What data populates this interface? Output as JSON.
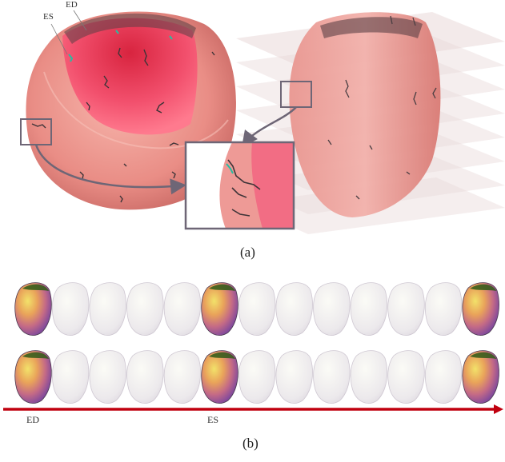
{
  "panel_a": {
    "label_es": "ES",
    "label_ed": "ED",
    "caption": "(a)"
  },
  "panel_b": {
    "axis_start": "ED",
    "axis_mid": "ES",
    "caption": "(b)",
    "row_count": 2,
    "frames_per_row": 13,
    "colored_frames": [
      0,
      5,
      12
    ]
  },
  "colors": {
    "heart_outer": "#e88a86",
    "heart_inner": "#f04a68",
    "slice_plane": "#e8d6d6",
    "inset_border": "#6e6676",
    "arrow": "#c0000f"
  }
}
